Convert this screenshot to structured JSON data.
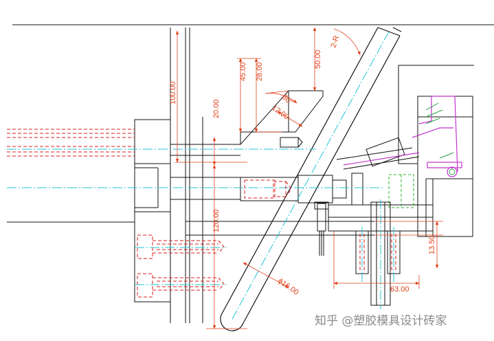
{
  "dimensions": {
    "d100": "100.00",
    "d45": "45.00",
    "d28": "28.00",
    "d50": "50.00",
    "r2": "2-R",
    "a60": "60°",
    "d12": "12.00",
    "d20": "20.00",
    "d120": "120.00",
    "phi16": "ϕ16.00",
    "d13_5": "13.50",
    "d63": "63.00"
  },
  "watermark": "知乎 @塑胶模具设计砖家",
  "colors": {
    "outline": "#111111",
    "dimension": "#e0401a",
    "centerline": "#22c4d6",
    "hidden": "#d81e1e",
    "part": "#c233cc",
    "hidden_green": "#22b022"
  }
}
